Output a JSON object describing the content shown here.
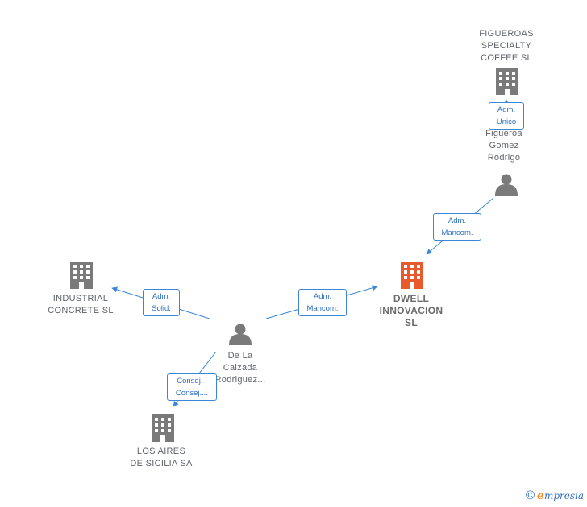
{
  "nodes": {
    "figueroas": {
      "label_lines": [
        "FIGUEROAS",
        "SPECIALTY",
        "COFFEE  SL"
      ],
      "icon": "building-icon"
    },
    "figueroa_person": {
      "label_lines": [
        "Figueroa",
        "Gomez",
        "Rodrigo"
      ],
      "icon": "person-icon"
    },
    "dwell": {
      "label_lines": [
        "DWELL",
        "INNOVACION",
        "SL"
      ],
      "icon": "building-icon-highlighted"
    },
    "industrial": {
      "label_lines": [
        "INDUSTRIAL",
        "CONCRETE SL"
      ],
      "icon": "building-icon"
    },
    "calzada_person": {
      "label_lines": [
        "De La",
        "Calzada",
        "Rodriguez..."
      ],
      "icon": "person-icon"
    },
    "los_aires": {
      "label_lines": [
        "LOS AIRES",
        "DE SICILIA SA"
      ],
      "icon": "building-icon"
    }
  },
  "edges": {
    "adm_unico": {
      "lines": [
        "Adm.",
        "Unico"
      ]
    },
    "adm_mancom_1": {
      "lines": [
        "Adm.",
        "Mancom."
      ]
    },
    "adm_mancom_2": {
      "lines": [
        "Adm.",
        "Mancom."
      ]
    },
    "adm_solid": {
      "lines": [
        "Adm.",
        "Solid."
      ]
    },
    "consej": {
      "lines": [
        "Consej. ,",
        "Consej...."
      ]
    }
  },
  "colors": {
    "edge": "#3a86d8",
    "building": "#7a7a7a",
    "building_focus": "#e8592b",
    "person": "#7a7a7a"
  },
  "footer": {
    "copyright": "©",
    "brand_initial": "e",
    "brand_rest": "mpresia"
  }
}
